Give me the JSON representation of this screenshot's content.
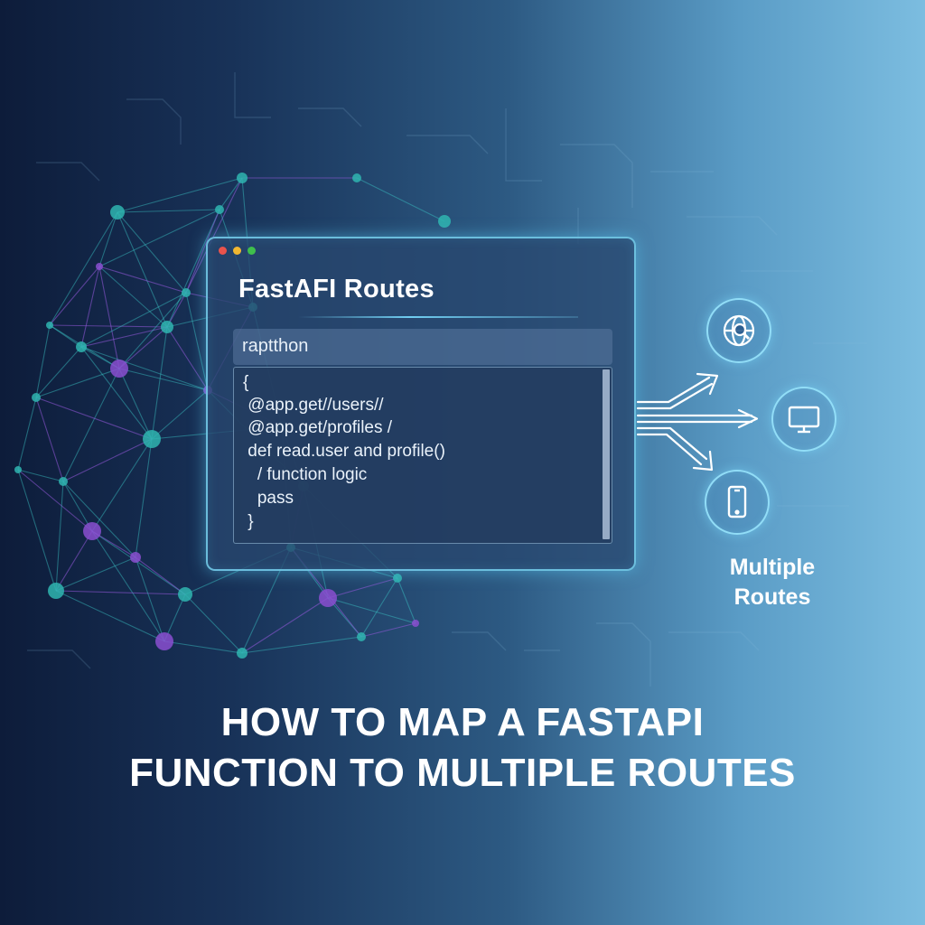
{
  "window": {
    "title": "FastAFI Routes",
    "language_label": "raptthon",
    "code_lines": [
      "{",
      " @app.get//users//",
      " @app.get/profiles /",
      " def read.user and profile()",
      "   / function logic",
      "   pass",
      " }"
    ],
    "controls": [
      "close",
      "minimize",
      "maximize"
    ]
  },
  "routes": {
    "icons": [
      "globe-search-icon",
      "monitor-icon",
      "smartphone-icon"
    ],
    "caption_line1": "Multiple",
    "caption_line2": "Routes"
  },
  "headline": {
    "line1": "HOW TO MAP A FASTAPI",
    "line2": "FUNCTION TO MULTIPLE ROUTES"
  },
  "colors": {
    "accent_glow": "#7fd8f5",
    "node_teal": "#2fb5b0",
    "node_purple": "#8a4fd0"
  }
}
